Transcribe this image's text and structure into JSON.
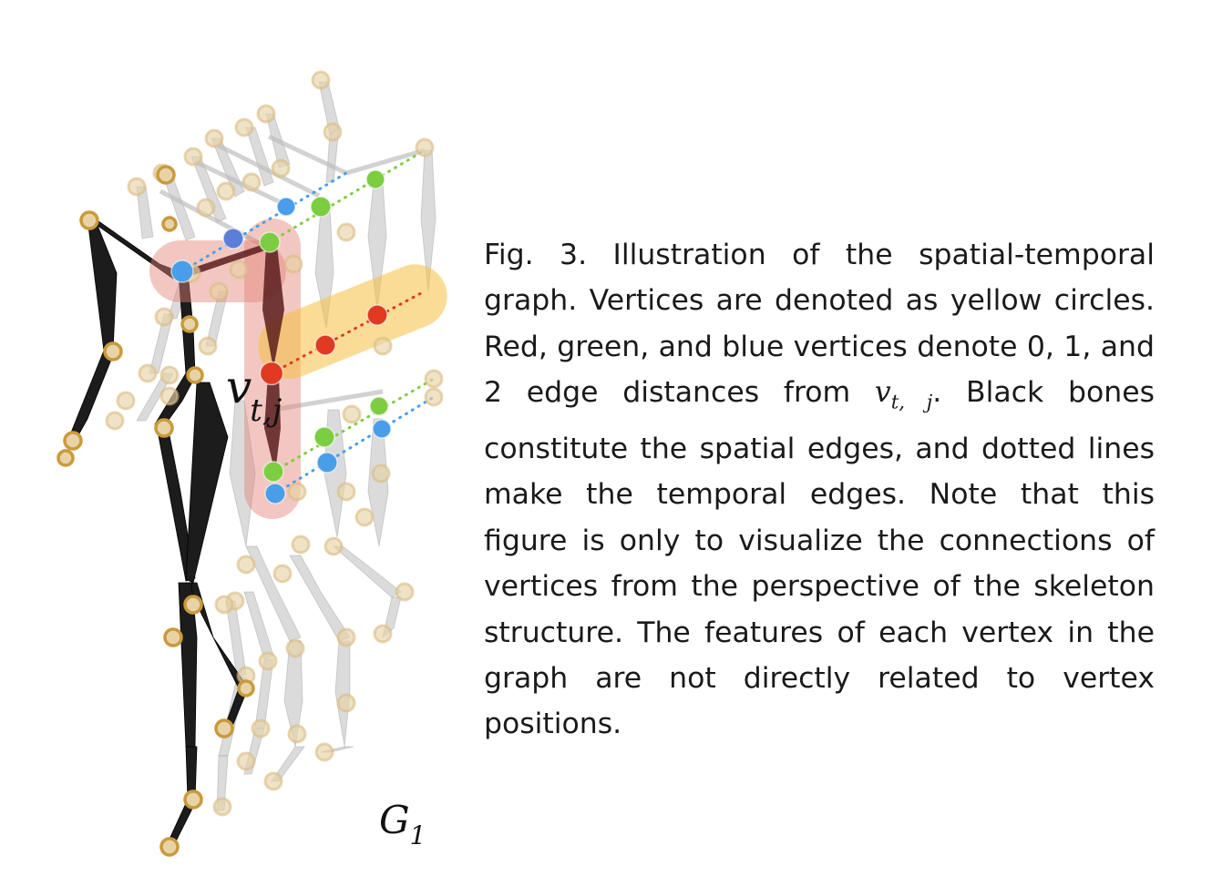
{
  "figure": {
    "vertex_label": {
      "base": "v",
      "subscript": "t,j"
    },
    "graph_label": {
      "base": "G",
      "subscript": "1"
    },
    "colors": {
      "vertex": "#e8d3a6",
      "vertex_ring": "#c99a3c",
      "red": "#e03a22",
      "green": "#7ccd42",
      "blue": "#4a9de8",
      "spatial_bone": "#111111",
      "highlight_red": "#e78b80",
      "highlight_yellow": "#f7c548"
    }
  },
  "caption": {
    "fig_label": "Fig. 3.",
    "text_before": "Illustration of the spatial-temporal graph. Vertices are denoted as yellow circles. Red, green, and blue vertices denote 0, 1, and 2 edge distances from ",
    "math_base": "v",
    "math_sub": "t, j",
    "text_after": ". Black bones constitute the spatial edges, and dotted lines make the temporal edges. Note that this figure is only to visualize the connections of vertices from the perspective of the skeleton structure. The features of each vertex in the graph are not directly related to vertex positions."
  }
}
